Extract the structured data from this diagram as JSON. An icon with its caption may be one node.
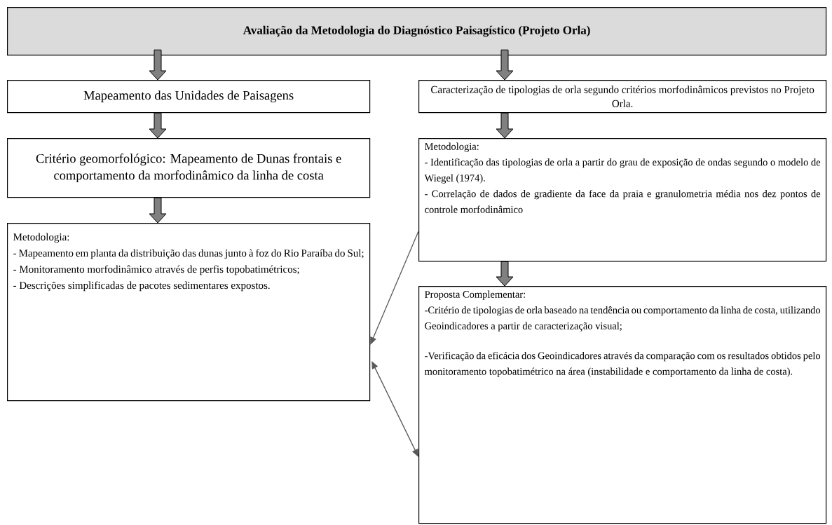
{
  "diagram": {
    "nodes": [
      {
        "text": [
          "Avaliação da Metodologia do Diagnóstico Paisagístico (Projeto Orla)"
        ]
      },
      {
        "text": [
          "Mapeamento das Unidades de Paisagens"
        ]
      },
      {
        "text": [
          "Caracterização de tipologias de orla segundo critérios morfodinâmicos previstos no Projeto Orla."
        ]
      },
      {
        "text": [
          "Critério geomorfológico: Mapeamento de Dunas frontais e comportamento da morfodinâmico da linha de costa"
        ]
      },
      {
        "text": [
          "Metodologia:",
          "- Identificação das tipologias de orla a partir do grau de exposição de ondas segundo o modelo de Wiegel (1974).",
          "- Correlação de dados de gradiente da face da praia e granulometria média nos dez pontos de controle morfodinâmico"
        ]
      },
      {
        "text": [
          "Metodologia:",
          "- Mapeamento em planta da distribuição das dunas junto à foz do Rio Paraíba do Sul;",
          "- Monitoramento morfodinâmico através de perfis topobatimétricos;",
          "- Descrições simplificadas de pacotes sedimentares expostos."
        ]
      },
      {
        "text": [
          "Proposta Complementar:",
          "-Critério de tipologias de orla baseado na tendência ou comportamento da linha de costa, utilizando Geoindicadores a partir de caracterização visual;",
          "-Verificação da eficácia dos Geoindicadores através da comparação com os resultados obtidos pelo monitoramento topobatimétrico na área (instabilidade e comportamento da linha de costa)."
        ]
      }
    ],
    "edges": [
      {
        "from": 0,
        "to": 1,
        "arrow": "to"
      },
      {
        "from": 0,
        "to": 2,
        "arrow": "to"
      },
      {
        "from": 1,
        "to": 3,
        "arrow": "to"
      },
      {
        "from": 2,
        "to": 4,
        "arrow": "to"
      },
      {
        "from": 3,
        "to": 5,
        "arrow": "to"
      },
      {
        "from": 4,
        "to": 6,
        "arrow": "to"
      },
      {
        "from": 4,
        "to": 5,
        "arrow": "to"
      },
      {
        "from": 5,
        "to": 6,
        "arrow": "both"
      }
    ]
  }
}
